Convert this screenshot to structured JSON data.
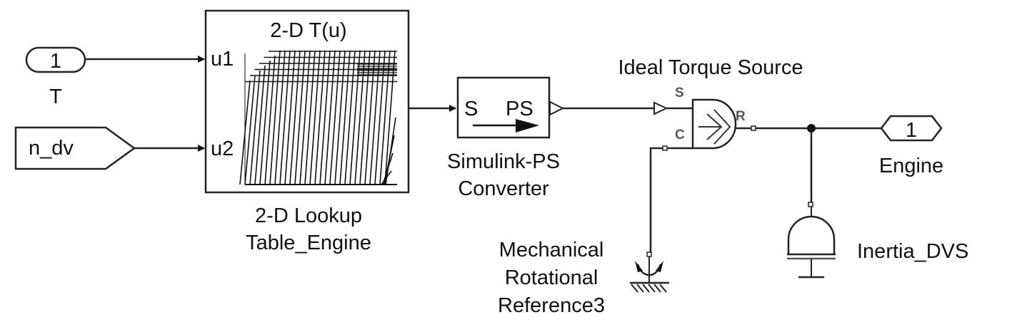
{
  "diagram": {
    "type": "simulink-model",
    "blocks": {
      "inport_T": {
        "number": "1",
        "name": "T"
      },
      "goto_ndv": {
        "tag": "n_dv"
      },
      "lookup": {
        "icon_title": "2-D T(u)",
        "port_u1": "u1",
        "port_u2": "u2",
        "name_line1": "2-D Lookup",
        "name_line2": "Table_Engine"
      },
      "converter": {
        "left": "S",
        "right": "PS",
        "name_line1": "Simulink-PS",
        "name_line2": "Converter"
      },
      "torque_source": {
        "name": "Ideal Torque Source",
        "port_s": "S",
        "port_c": "C",
        "port_r": "R"
      },
      "outport_engine": {
        "number": "1",
        "name": "Engine"
      },
      "reference": {
        "name_line1": "Mechanical",
        "name_line2": "Rotational",
        "name_line3": "Reference3"
      },
      "inertia": {
        "name": "Inertia_DVS"
      }
    },
    "connections": [
      {
        "from": "T",
        "to": "2-D Lookup Table_Engine.u1"
      },
      {
        "from": "n_dv",
        "to": "2-D Lookup Table_Engine.u2"
      },
      {
        "from": "2-D Lookup Table_Engine",
        "to": "Simulink-PS Converter"
      },
      {
        "from": "Simulink-PS Converter",
        "to": "Ideal Torque Source.S"
      },
      {
        "from": "Mechanical Rotational Reference3",
        "to": "Ideal Torque Source.C"
      },
      {
        "from": "Ideal Torque Source.R",
        "to": "Engine"
      },
      {
        "from": "Ideal Torque Source.R",
        "to": "Inertia_DVS"
      }
    ]
  }
}
